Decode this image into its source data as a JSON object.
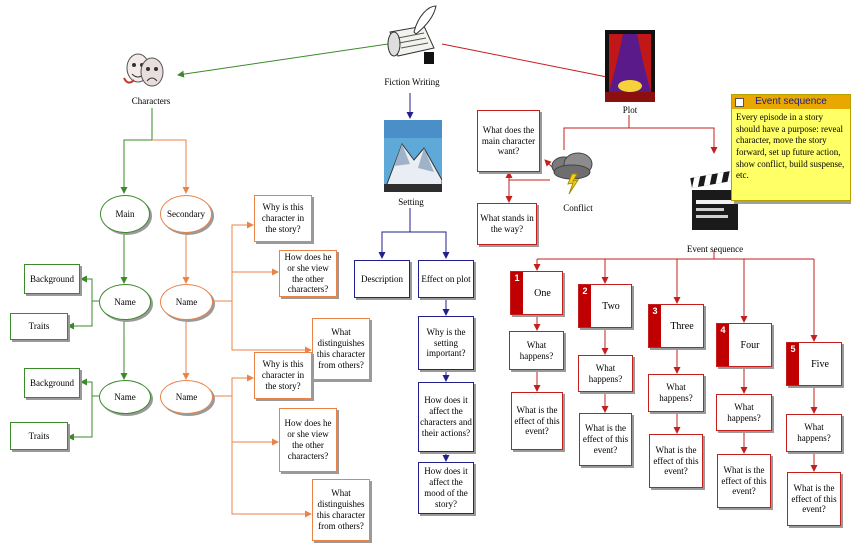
{
  "root": {
    "label": "Fiction Writing"
  },
  "characters": {
    "label": "Characters",
    "main": "Main",
    "secondary": "Secondary",
    "name_1": "Name",
    "name_2": "Name",
    "name_3": "Name",
    "name_4": "Name",
    "background_1": "Background",
    "traits_1": "Traits",
    "background_2": "Background",
    "traits_2": "Traits",
    "q1a": "Why is this character in the story?",
    "q1b": "How does he or she view the other characters?",
    "q1c": "What distinguishes this character from others?",
    "q2a": "Why is this character in the story?",
    "q2b": "How does he or she view the other characters?",
    "q2c": "What distinguishes this character from others?"
  },
  "setting": {
    "label": "Setting",
    "description": "Description",
    "effect": "Effect on plot",
    "q1": "Why is the setting important?",
    "q2": "How does it affect the characters and their actions?",
    "q3": "How does it affect the mood of the story?"
  },
  "plot": {
    "label": "Plot",
    "conflict": "Conflict",
    "want": "What does the main character want?",
    "stands": "What stands in the way?",
    "event_sequence": "Event sequence",
    "events": [
      {
        "num": "1",
        "label": "One",
        "happens": "What happens?",
        "effect": "What is the effect of this event?"
      },
      {
        "num": "2",
        "label": "Two",
        "happens": "What happens?",
        "effect": "What is the effect of this event?"
      },
      {
        "num": "3",
        "label": "Three",
        "happens": "What happens?",
        "effect": "What is the effect of this event?"
      },
      {
        "num": "4",
        "label": "Four",
        "happens": "What happens?",
        "effect": "What is the effect of this event?"
      },
      {
        "num": "5",
        "label": "Five",
        "happens": "What happens?",
        "effect": "What is the effect of this event?"
      }
    ]
  },
  "note": {
    "title": "Event sequence",
    "body": "Every episode in a story should have a purpose: reveal character, move the story forward, set up future action, show conflict, build suspense, etc."
  },
  "colors": {
    "characters": "#3a8a2a",
    "secondary": "#e8834a",
    "setting": "#22208a",
    "plot": "#c41f1f"
  },
  "icons": [
    "quill-and-scroll-icon",
    "theater-masks-icon",
    "mountain-icon",
    "theater-stage-icon",
    "storm-cloud-icon",
    "clapperboard-icon"
  ]
}
